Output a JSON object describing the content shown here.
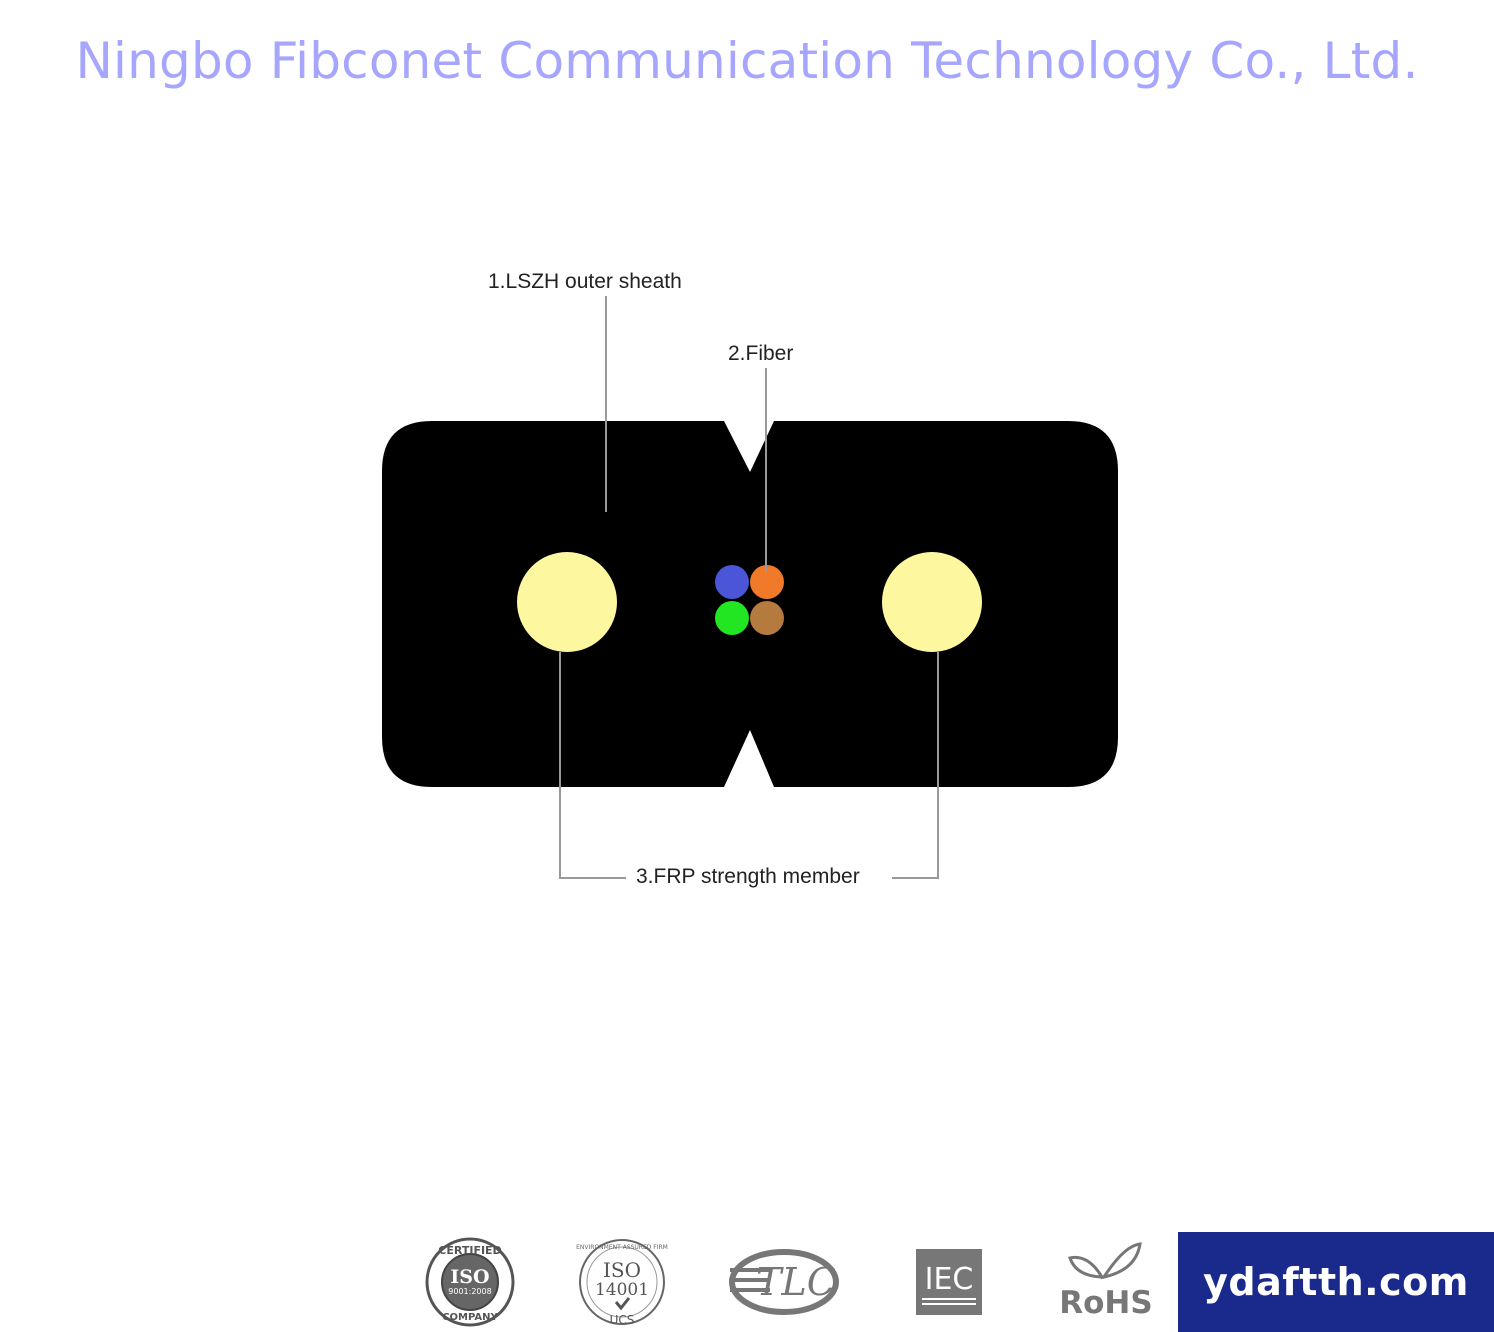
{
  "header": {
    "company_name": "Ningbo Fibconet Communication Technology Co., Ltd."
  },
  "diagram": {
    "labels": {
      "outer_sheath": "1.LSZH outer sheath",
      "fiber": "2.Fiber",
      "strength_member": "3.FRP strength member"
    },
    "colors": {
      "sheath": "#000000",
      "strength_member": "#fdf8a0",
      "fiber_blue": "#4a55d8",
      "fiber_orange": "#f07a2a",
      "fiber_green": "#22e622",
      "fiber_brown": "#b57a3e",
      "leader_line": "#999999"
    }
  },
  "certifications": {
    "iso9001": {
      "top": "CERTIFIED",
      "mark": "ISO",
      "number": "9001:2008",
      "bottom": "COMPANY"
    },
    "iso14001": {
      "ring": "ENVIRONMENT ASSURED FIRM",
      "mark": "ISO",
      "number": "14001",
      "bottom": "UCS"
    },
    "tlc": {
      "mark": "TLC"
    },
    "iec": {
      "mark": "IEC"
    },
    "rohs": {
      "mark": "RoHS"
    }
  },
  "footer": {
    "website": "ydaftth.com",
    "brand_color": "#1a2a8c"
  }
}
